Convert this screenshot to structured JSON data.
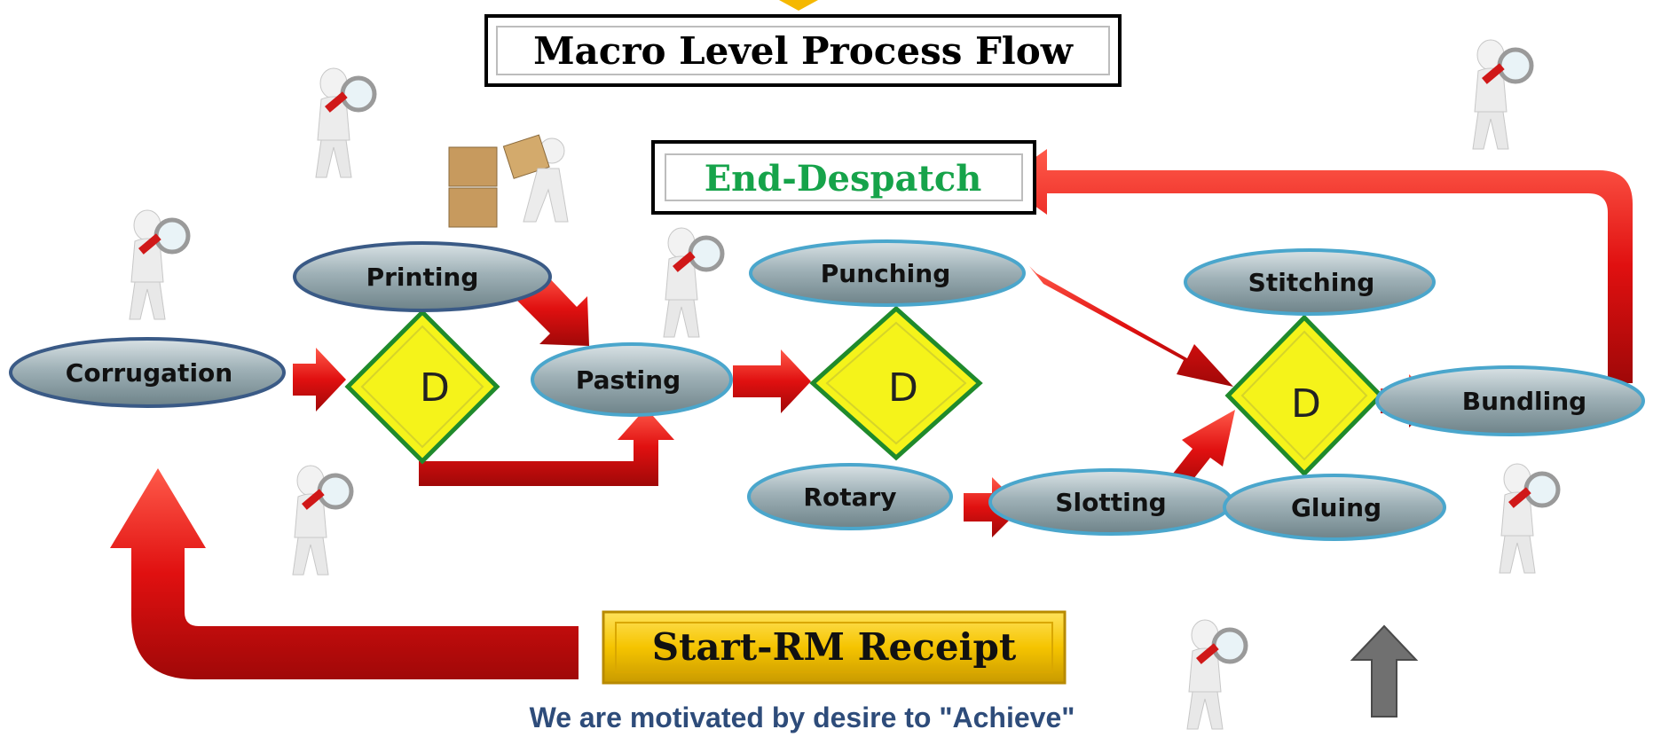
{
  "title": "Macro Level Process Flow",
  "end_label": "End-Despatch",
  "start_label": "Start-RM Receipt",
  "tagline": "We are motivated by desire to \"Achieve\"",
  "decision_label": "D",
  "nodes": {
    "corrugation": "Corrugation",
    "printing": "Printing",
    "pasting": "Pasting",
    "punching": "Punching",
    "rotary": "Rotary",
    "slotting": "Slotting",
    "stitching": "Stitching",
    "gluing": "Gluing",
    "bundling": "Bundling"
  },
  "colors": {
    "arrow_red": "#e01010",
    "node_fill": "#94a7ad",
    "decision_fill": "#f5f31a",
    "decision_border": "#1f8a2c",
    "end_text": "#16a34a",
    "start_fill": "#f5c400",
    "tagline_text": "#2e4c7a",
    "up_arrow": "#707070"
  },
  "icons": [
    "inspector-with-magnifier-icon",
    "person-carrying-boxes-icon",
    "gray-up-arrow-icon"
  ]
}
